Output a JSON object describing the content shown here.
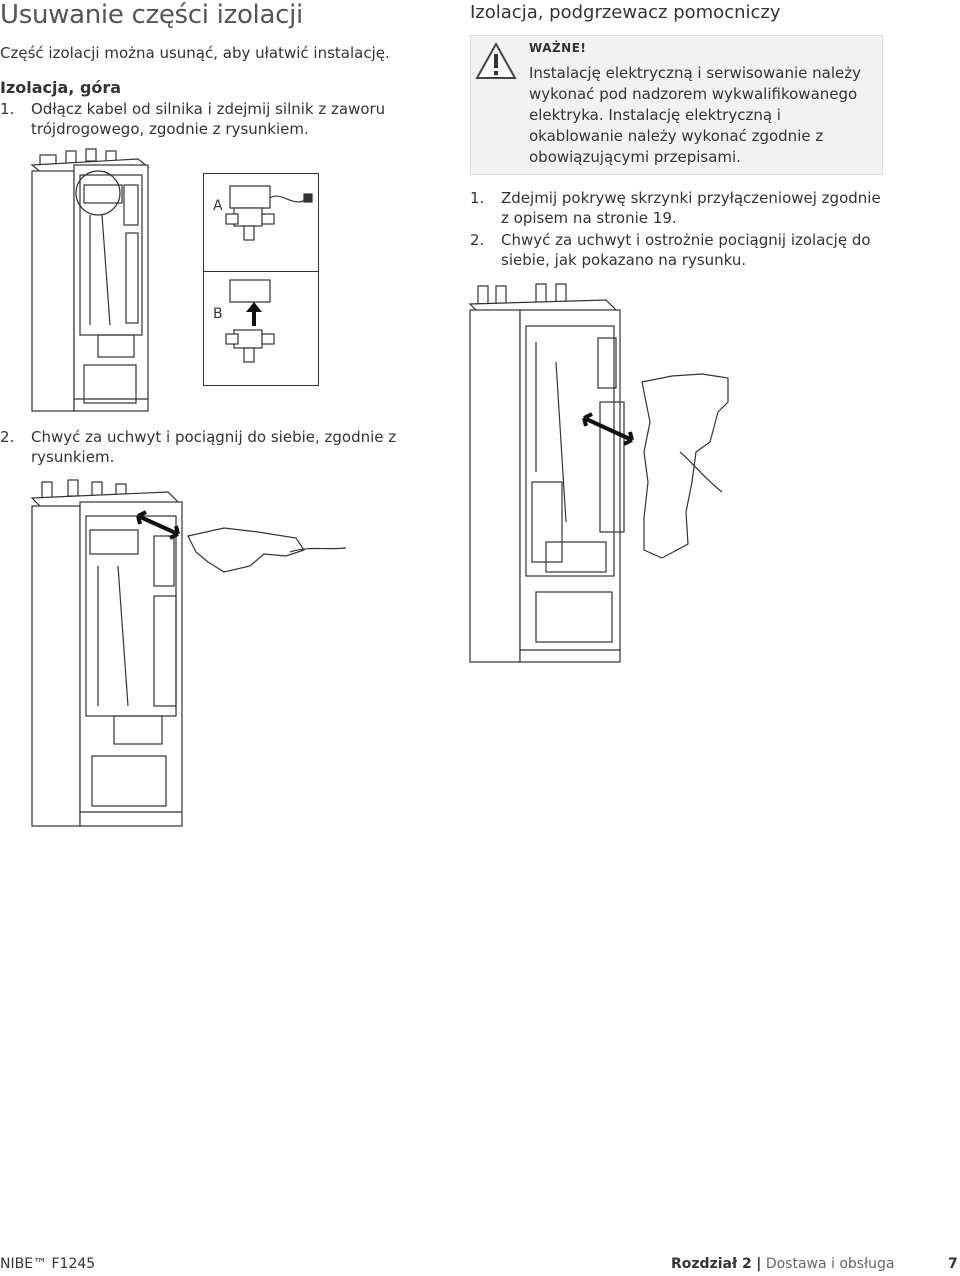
{
  "page": {
    "title": "Usuwanie części izolacji",
    "intro": "Część izolacji można usunąć, aby ułatwić instalację.",
    "section_top": {
      "heading": "Izolacja, góra",
      "steps": [
        {
          "num": "1.",
          "text": "Odłącz kabel od silnika i zdejmij silnik z zaworu trójdrogowego, zgodnie z rysunkiem."
        },
        {
          "num": "2.",
          "text": "Chwyć za uchwyt i pociągnij do siebie, zgodnie z rysunkiem."
        }
      ],
      "figure_labels": {
        "a": "A",
        "b": "B"
      }
    },
    "section_heater": {
      "heading": "Izolacja, podgrzewacz pomocniczy",
      "notice": {
        "label": "WAŻNE!",
        "text": "Instalację elektryczną i serwisowanie należy wykonać pod nadzorem wykwalifikowanego elektryka. Instalację elektryczną i okablowanie należy wykonać zgodnie z obowiązującymi przepisami."
      },
      "steps": [
        {
          "num": "1.",
          "text": "Zdejmij pokrywę skrzynki przyłączeniowej zgodnie z opisem na stronie 19."
        },
        {
          "num": "2.",
          "text": "Chwyć za uchwyt i ostrożnie pociągnij izolację do siebie, jak pokazano na rysunku."
        }
      ]
    },
    "footer": {
      "brand": "NIBE™ F1245",
      "chapter_label": "Rozdział 2",
      "separator": "|",
      "chapter_title": "Dostawa i obsługa",
      "page_number": "7"
    }
  }
}
